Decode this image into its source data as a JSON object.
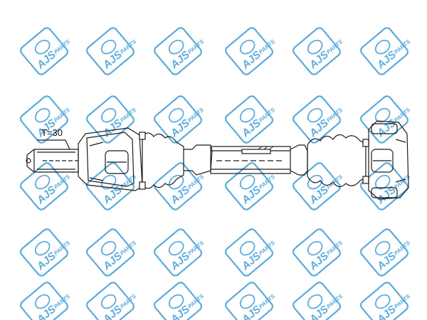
{
  "watermark": {
    "text": "AJS",
    "subtext": "PARTS",
    "color": "#4aa3d9",
    "icon": "ajs-parts-logo-icon"
  },
  "drawing": {
    "spline_label": "T=30",
    "line_color": "#1a1a1a"
  }
}
